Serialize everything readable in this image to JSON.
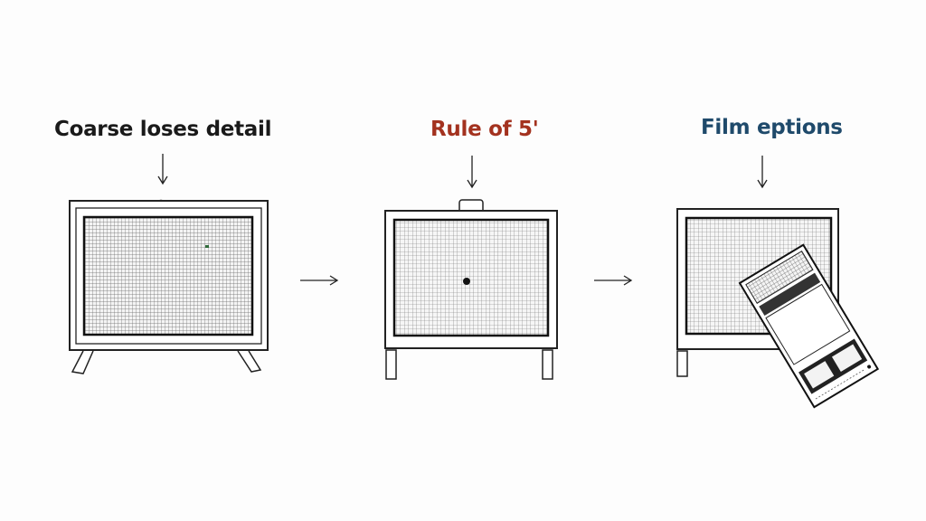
{
  "panels": [
    {
      "label": "Coarse loses detail",
      "label_color": "#1a1a1a",
      "device": "grid-screen-with-angled-legs"
    },
    {
      "label": "Rule of 5'",
      "label_color": "#a3321f",
      "device": "grid-screen-with-center-dot"
    },
    {
      "label": "Film eptions",
      "label_color": "#1f4a6b",
      "device": "grid-screen-with-film-card-overlay"
    }
  ],
  "flow": {
    "arrows": [
      "panel-1-to-panel-2",
      "panel-2-to-panel-3"
    ],
    "stroke_color": "#222222"
  },
  "colors": {
    "background": "#fdfdfd",
    "ink": "#1e1e1e",
    "grid": "#555555"
  }
}
